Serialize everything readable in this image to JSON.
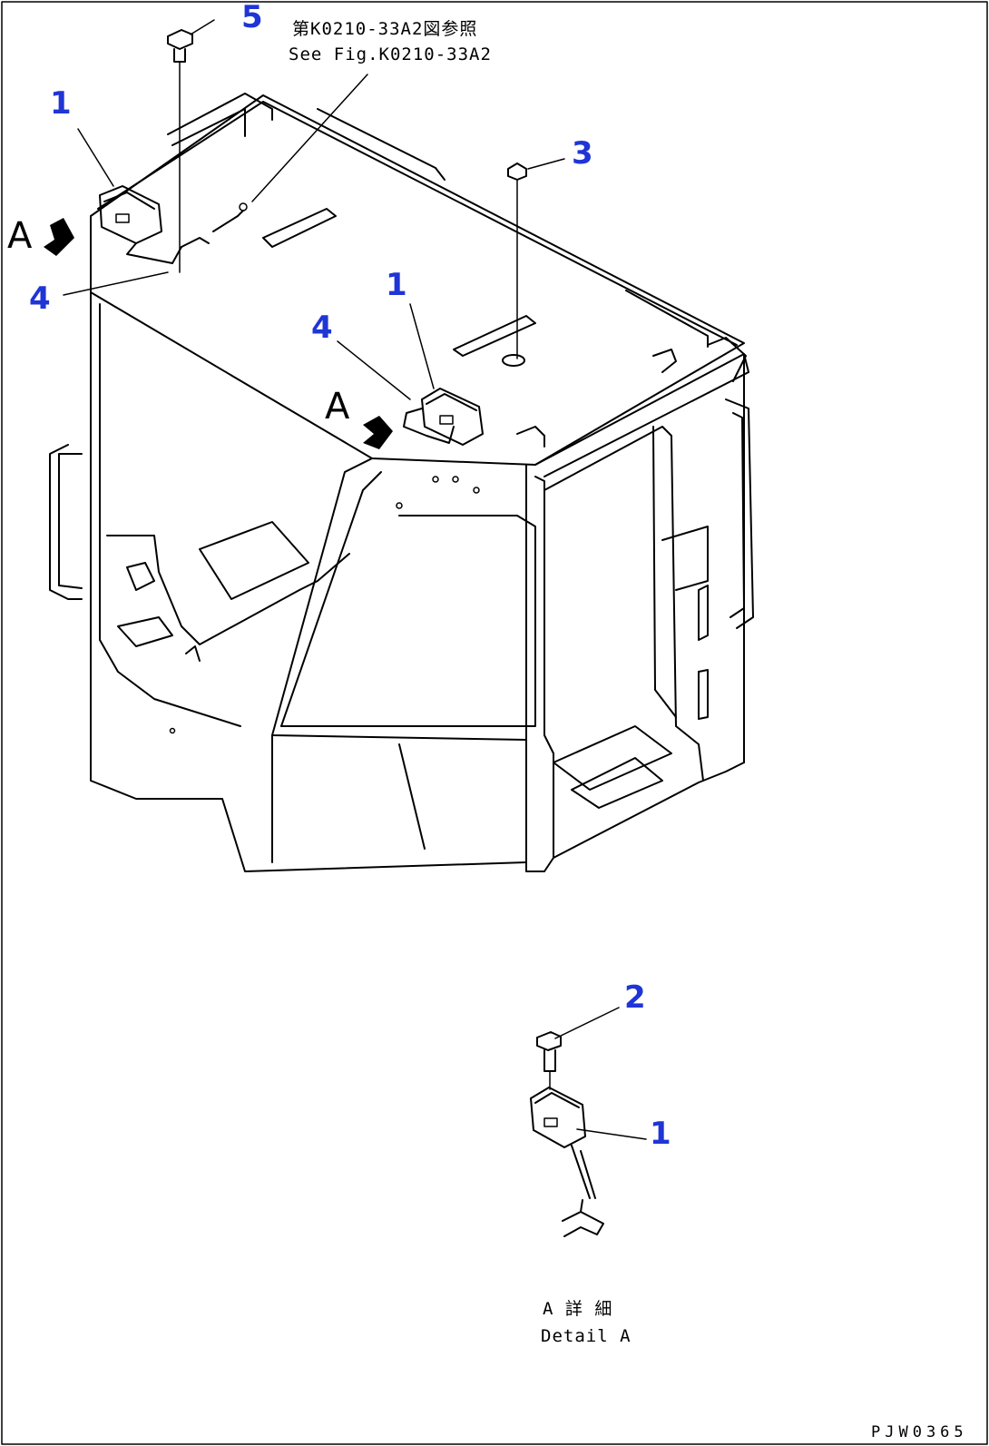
{
  "drawing": {
    "reference_note_jp": "第K0210-33A2図参照",
    "reference_note_en": "See Fig.K0210-33A2",
    "detail_label_jp": "A 詳 細",
    "detail_label_en": "Detail A",
    "view_marker": "A",
    "drawing_number": "PJW0365"
  },
  "callouts": {
    "c1a": "1",
    "c1b": "1",
    "c1c": "1",
    "c2": "2",
    "c3": "3",
    "c4a": "4",
    "c4b": "4",
    "c5": "5"
  },
  "colors": {
    "callout": "#1f35d6",
    "line": "#000000",
    "background": "#ffffff"
  }
}
